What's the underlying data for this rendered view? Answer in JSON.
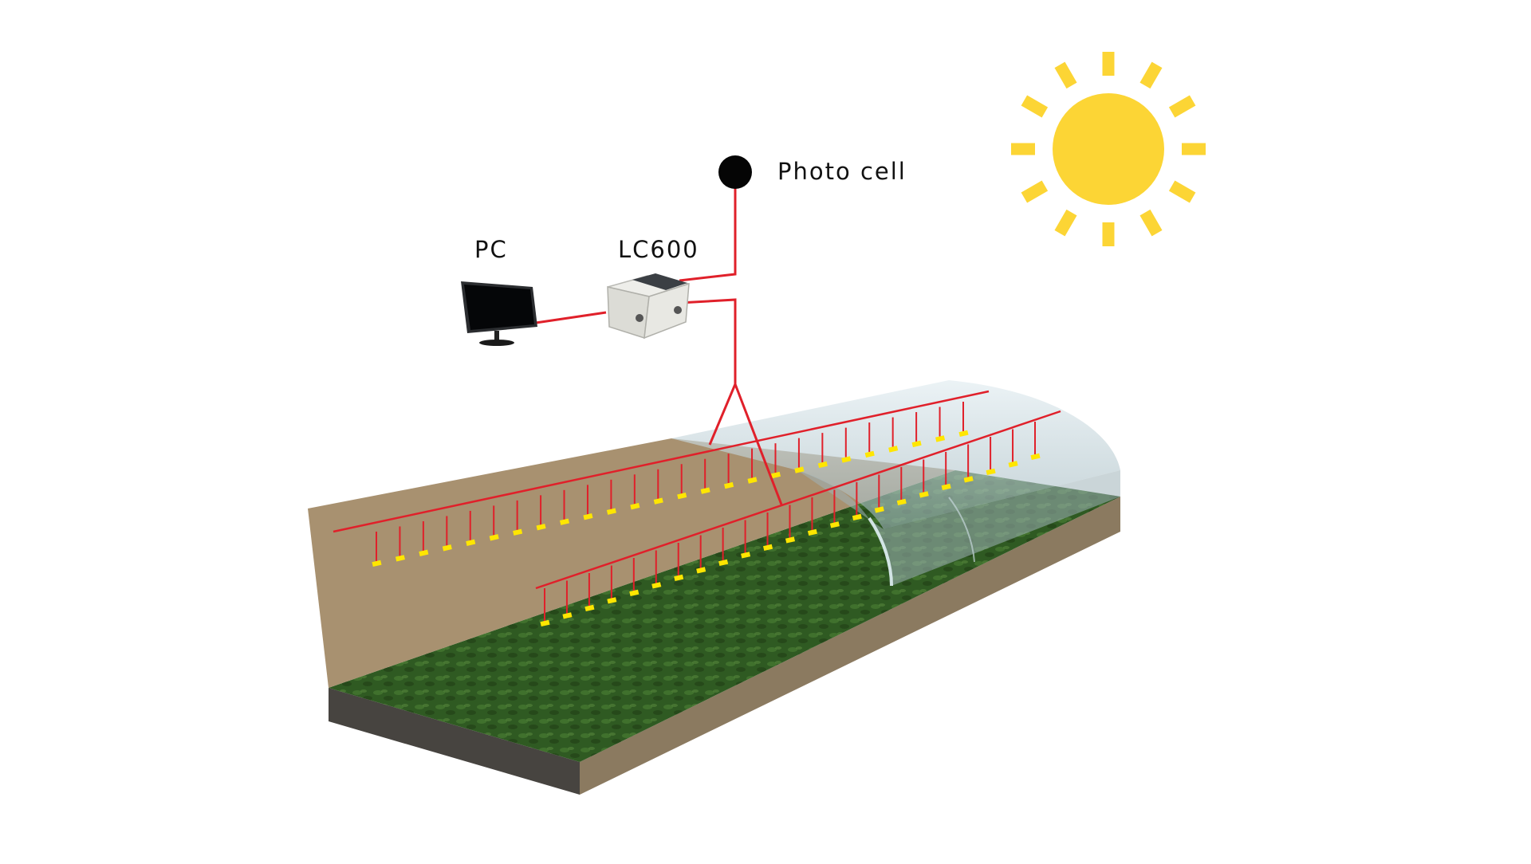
{
  "labels": {
    "photo_cell": "Photo cell",
    "pc": "PC",
    "controller": "LC600"
  },
  "colors": {
    "wire": "#e0202a",
    "light": "#ffe600",
    "sun": "#fcd535",
    "soil_back_wall": "#a89170",
    "soil_side": "#8b7a60",
    "soil_front": "#474440",
    "crop": "#2f5a22",
    "glass": "#c9dde3"
  },
  "rows": [
    {
      "name": "back-light-row",
      "lamps": 26
    },
    {
      "name": "front-light-row",
      "lamps": 23
    }
  ]
}
